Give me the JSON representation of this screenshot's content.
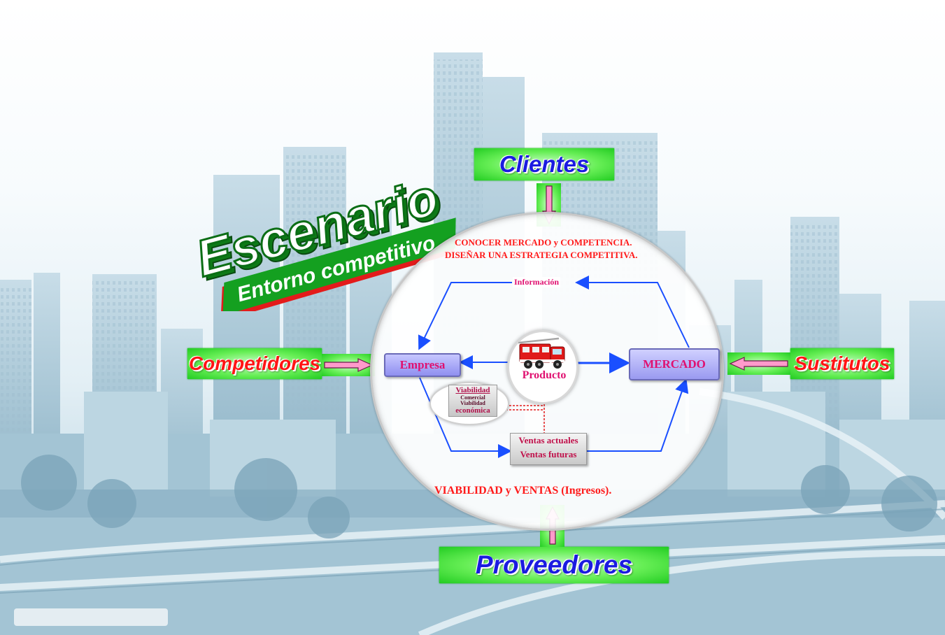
{
  "logo": {
    "title": "Escenario",
    "subtitle": "Entorno competitivo"
  },
  "boxes": {
    "clientes": "Clientes",
    "proveedores": "Proveedores",
    "competidores": "Competidores",
    "sustitutos": "Sustitutos"
  },
  "circle": {
    "headline_1": "CONOCER MERCADO y COMPETENCIA.",
    "headline_2": "DISEÑAR UNA ESTRATEGIA COMPETITIVA.",
    "footer": "VIABILIDAD y VENTAS (Ingresos).",
    "informacion": "Información",
    "empresa": "Empresa",
    "mercado": "MERCADO",
    "producto": "Producto",
    "viabilidad_1": "Viabilidad",
    "viabilidad_2": "Comercial",
    "viabilidad_3": "Viabilidad",
    "viabilidad_4": "económica",
    "ventas_1": "Ventas actuales",
    "ventas_2": "Ventas futuras"
  },
  "colors": {
    "box_green": "#33dd33",
    "label_blue": "#1b1be0",
    "label_red": "#ff1515",
    "accent_magenta": "#e01070",
    "flow_blue": "#1a4fff",
    "logo_green": "#0a8a14"
  },
  "icons": {
    "producto": "fire-truck-icon",
    "arrow": "arrow-icon"
  }
}
